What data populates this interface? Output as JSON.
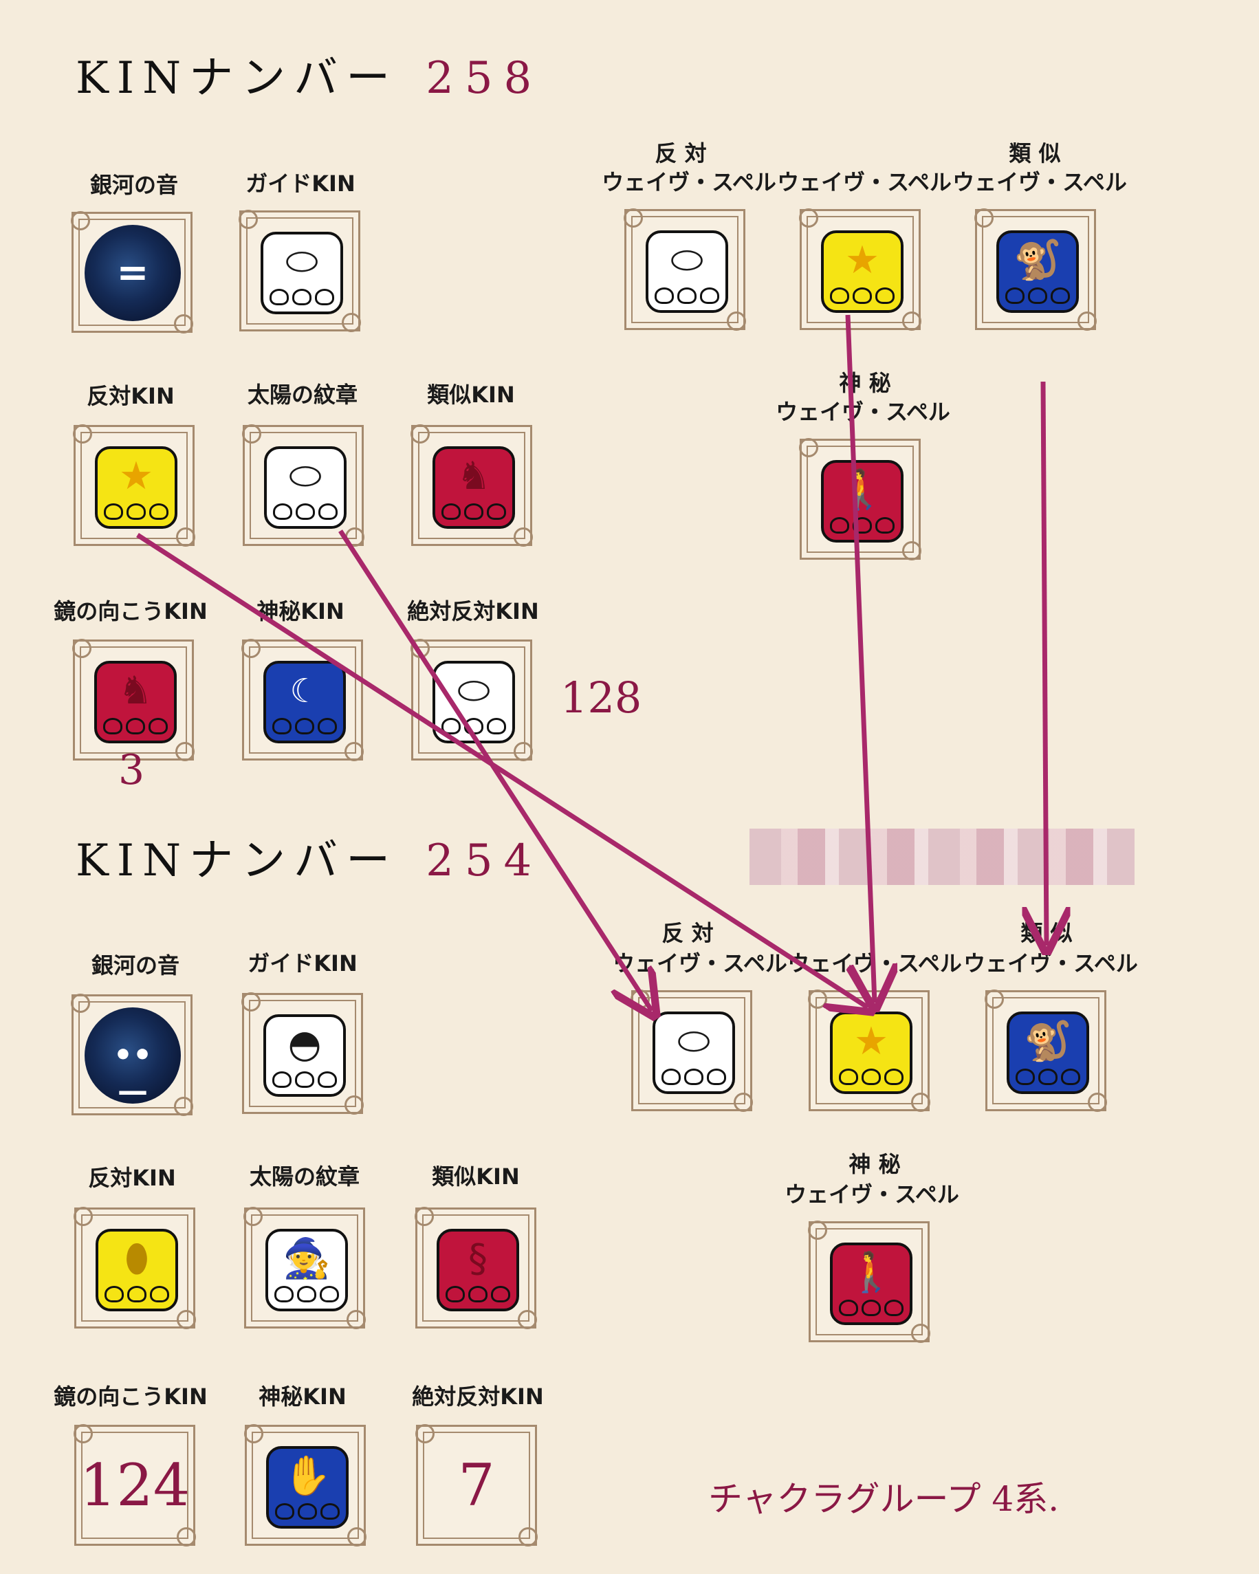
{
  "top": {
    "heading_label": "KINナンバー",
    "heading_number": "258",
    "labels": {
      "galactic_tone": "銀河の音",
      "guide_kin": "ガイドKIN",
      "opposite_kin": "反対KIN",
      "solar_seal": "太陽の紋章",
      "analog_kin": "類似KIN",
      "mirror_kin": "鏡の向こうKIN",
      "hidden_kin": "神秘KIN",
      "absolute_opposite_kin": "絶対反対KIN",
      "opp_ws_line1": "反 対",
      "ws": "ウェイヴ・スペル",
      "analog_ws_line1": "類 似",
      "hidden_ws_line1": "神 秘"
    },
    "notes": {
      "mirror_number": "3",
      "absolute_number": "128"
    }
  },
  "bottom": {
    "heading_label": "KINナンバー",
    "heading_number": "254",
    "labels": {
      "galactic_tone": "銀河の音",
      "guide_kin": "ガイドKIN",
      "opposite_kin": "反対KIN",
      "solar_seal": "太陽の紋章",
      "analog_kin": "類似KIN",
      "mirror_kin": "鏡の向こうKIN",
      "hidden_kin": "神秘KIN",
      "absolute_opposite_kin": "絶対反対KIN",
      "opp_ws_line1": "反 対",
      "ws": "ウェイヴ・スペル",
      "analog_ws_line1": "類 似",
      "hidden_ws_line1": "神 秘"
    },
    "boxes": {
      "mirror_number": "124",
      "absolute_number": "7"
    },
    "chakra_note": "チャクラグループ 4系."
  },
  "icons": {
    "white": "mirror-seal-icon",
    "yellow_star": "star-seal-icon",
    "blue_monkey": "monkey-seal-icon",
    "red_dragon": "dragon-seal-icon",
    "blue_night": "night-seal-icon",
    "red_walker": "skywalker-seal-icon",
    "white_worldbridger": "worldbridger-seal-icon",
    "yellow_seed": "seed-seal-icon",
    "white_wizard": "wizard-seal-icon",
    "red_serpent": "serpent-seal-icon",
    "blue_hand": "hand-seal-icon"
  },
  "colors": {
    "white_seal": "#ffffff",
    "yellow_seal": "#f5e414",
    "blue_seal": "#1a3fb0",
    "red_seal": "#c0143c",
    "accent": "#8a1845",
    "arrow": "#a8286a"
  }
}
